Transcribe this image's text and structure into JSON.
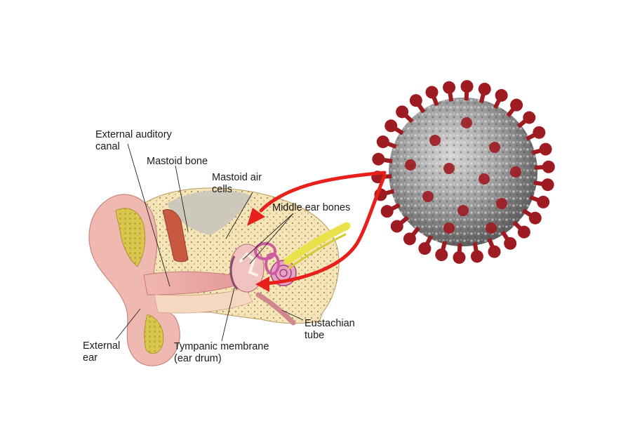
{
  "labels": {
    "external_auditory_canal": [
      "External auditory",
      "canal"
    ],
    "mastoid_bone": "Mastoid bone",
    "mastoid_air_cells": [
      "Mastoid air",
      "cells"
    ],
    "middle_ear_bones": "Middle ear bones",
    "external_ear": [
      "External",
      "ear"
    ],
    "tympanic_membrane": [
      "Tympanic membrane",
      "(ear drum)"
    ],
    "eustachian_tube": [
      "Eustachian",
      "tube"
    ]
  },
  "colors": {
    "arrow": "#e8201c",
    "virus_spike": "#9e1b22",
    "virus_body": "#9a9a9a",
    "ear_skin": "#efb9b1",
    "bone": "#f3e2b4",
    "cartilage": "#d9c54a",
    "nerve": "#e9e24a",
    "inner_ear": "#d76fa8"
  },
  "icons": [
    "ear-anatomy-illustration",
    "coronavirus-particle",
    "red-arrow"
  ]
}
